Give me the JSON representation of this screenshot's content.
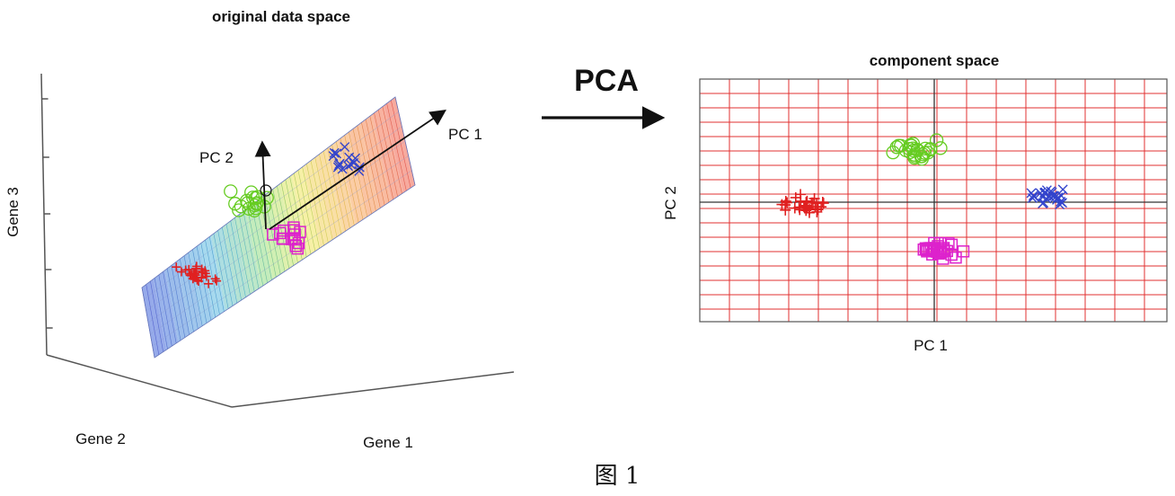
{
  "left_panel": {
    "title": "original data space",
    "pc1_label": "PC 1",
    "pc2_label": "PC 2",
    "axis_gene1": "Gene 1",
    "axis_gene2": "Gene 2",
    "axis_gene3": "Gene 3"
  },
  "arrow_label": "PCA",
  "right_panel": {
    "title": "component space",
    "xlabel": "PC 1",
    "ylabel": "PC 2"
  },
  "caption": "图 1",
  "colors": {
    "cluster_cross": "#e02020",
    "cluster_circle": "#66cc22",
    "cluster_square": "#dd22cc",
    "cluster_x": "#3344cc",
    "grid": "#e23030",
    "axis": "#333333"
  },
  "clusters": [
    {
      "marker": "plus",
      "color": "red"
    },
    {
      "marker": "circle",
      "color": "green"
    },
    {
      "marker": "square",
      "color": "magenta"
    },
    {
      "marker": "x",
      "color": "blue"
    }
  ]
}
